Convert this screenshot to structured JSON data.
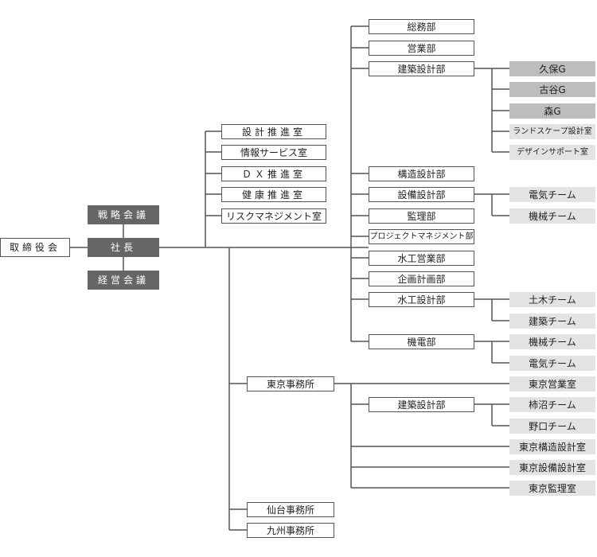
{
  "executive": {
    "board": "取締役会",
    "president": "社長",
    "strategy_meeting": "戦略会議",
    "management_meeting": "経営会議"
  },
  "offices": {
    "design_promotion": "設計推進室",
    "info_services": "情報サービス室",
    "dx_promotion": "ＤＸ推進室",
    "health_promotion": "健康推進室",
    "risk_management": "リスクマネジメント室"
  },
  "departments": {
    "general_affairs": "総務部",
    "sales": "営業部",
    "architectural_design": "建築設計部",
    "structural_design": "構造設計部",
    "equipment_design": "設備設計部",
    "supervision": "監理部",
    "project_management": "プロジェクトマネジメント部",
    "water_sales": "水工営業部",
    "planning": "企画計画部",
    "water_design": "水工設計部",
    "electrical": "機電部"
  },
  "arch_groups": {
    "kubo": "久保G",
    "furuya": "古谷G",
    "mori": "森G",
    "landscape": "ランドスケープ設計室",
    "design_support": "デザインサポート室"
  },
  "equipment_teams": {
    "electric": "電気チーム",
    "mechanical": "機械チーム"
  },
  "water_teams": {
    "civil": "土木チーム",
    "building": "建築チーム"
  },
  "electrical_teams": {
    "mechanical": "機械チーム",
    "electric": "電気チーム"
  },
  "tokyo": {
    "office": "東京事務所",
    "sales": "東京営業室",
    "arch_design": "建築設計部",
    "kakinuma": "柿沼チーム",
    "noguchi": "野口チーム",
    "structural": "東京構造設計室",
    "equipment": "東京設備設計室",
    "supervision": "東京監理室"
  },
  "sendai": {
    "office": "仙台事務所"
  },
  "kyushu": {
    "office": "九州事務所"
  },
  "colors": {
    "dark": "#666666",
    "mid": "#bdbdbd",
    "light": "#e3e3e3",
    "line": "#555555"
  }
}
